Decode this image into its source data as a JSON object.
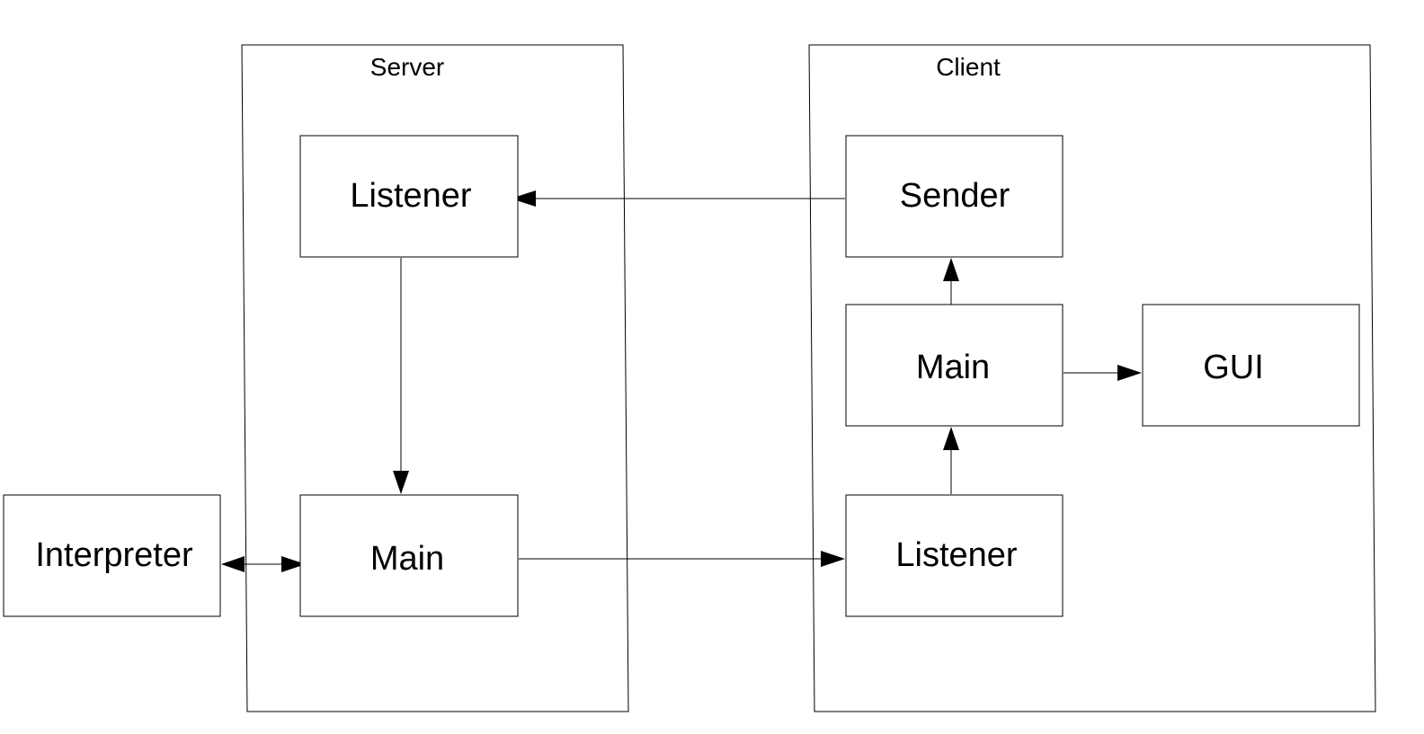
{
  "server": {
    "title": "Server",
    "listener": "Listener",
    "main": "Main"
  },
  "client": {
    "title": "Client",
    "sender": "Sender",
    "main": "Main",
    "gui": "GUI",
    "listener": "Listener"
  },
  "interpreter": {
    "label": "Interpreter"
  }
}
